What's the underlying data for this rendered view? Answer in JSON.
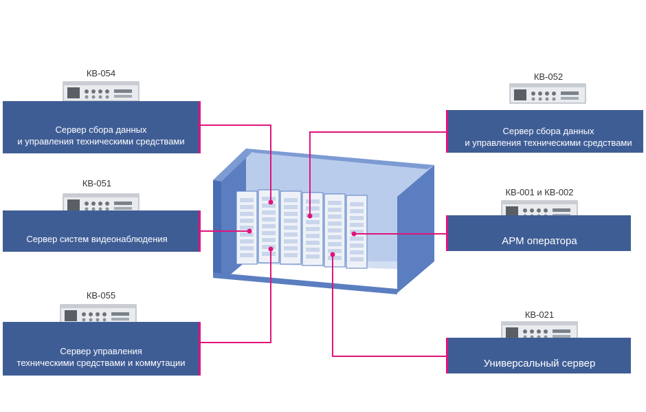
{
  "colors": {
    "box_fill": "#3f5d95",
    "connector": "#e0137b",
    "room": "#6a8fcc",
    "room_light": "#b9ccec",
    "rack": "#eef2f8"
  },
  "servers": [
    {
      "code": "КВ-054",
      "lines": [
        "Сервер сбора данных",
        "и управления техническими средствами"
      ]
    },
    {
      "code": "КВ-051",
      "lines": [
        "Сервер систем видеонаблюдения"
      ]
    },
    {
      "code": "КВ-055",
      "lines": [
        "Сервер управления",
        "техническими средствами и коммутации"
      ]
    },
    {
      "code": "КВ-052",
      "lines": [
        "Сервер сбора данных",
        "и управления техническими средствами"
      ]
    },
    {
      "code": "КВ-001 и КВ-002",
      "lines": [
        "АРМ оператора"
      ]
    },
    {
      "code": "КВ-021",
      "lines": [
        "Универсальный сервер"
      ]
    }
  ]
}
